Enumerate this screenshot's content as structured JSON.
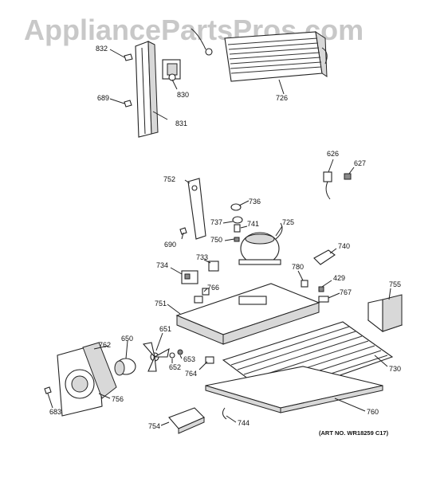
{
  "watermark": "AppliancePartsPros.com",
  "art_number": "(ART NO. WR18259 C17)",
  "labels": {
    "p832": "832",
    "p689": "689",
    "p830": "830",
    "p831": "831",
    "p726": "726",
    "p626": "626",
    "p627": "627",
    "p752": "752",
    "p736": "736",
    "p737": "737",
    "p741": "741",
    "p725": "725",
    "p690": "690",
    "p750": "750",
    "p740": "740",
    "p733": "733",
    "p734": "734",
    "p780": "780",
    "p429": "429",
    "p767": "767",
    "p755": "755",
    "p766": "766",
    "p751": "751",
    "p651": "651",
    "p762": "762",
    "p650": "650",
    "p653": "653",
    "p652": "652",
    "p764": "764",
    "p730": "730",
    "p756": "756",
    "p683": "683",
    "p760": "760",
    "p754": "754",
    "p744": "744"
  }
}
